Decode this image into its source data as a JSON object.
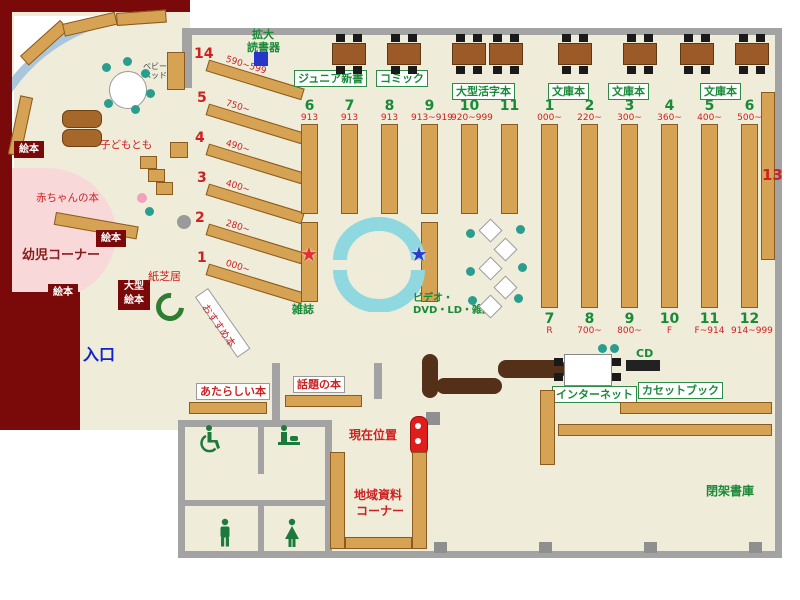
{
  "top": {
    "kakudai_line1": "拡大",
    "kakudai_line2": "読書器"
  },
  "categories": [
    {
      "label": "ジュニア新書"
    },
    {
      "label": "コミック"
    },
    {
      "label": "大型活字本"
    },
    {
      "label": "文庫本"
    },
    {
      "label": "文庫本"
    },
    {
      "label": "文庫本"
    }
  ],
  "shelf_groups": {
    "junior": [
      {
        "n": "6",
        "r": "913"
      },
      {
        "n": "7",
        "r": "913"
      },
      {
        "n": "8",
        "r": "913"
      },
      {
        "n": "9",
        "r": "913~919"
      },
      {
        "n": "10",
        "r": "920~999"
      },
      {
        "n": "11",
        "r": ""
      }
    ],
    "bunko": [
      {
        "n": "1",
        "r": "000~"
      },
      {
        "n": "2",
        "r": "220~"
      },
      {
        "n": "3",
        "r": "300~"
      },
      {
        "n": "4",
        "r": "360~"
      },
      {
        "n": "5",
        "r": "400~"
      },
      {
        "n": "6",
        "r": "500~"
      }
    ],
    "lower": [
      {
        "n": "7",
        "r": "R"
      },
      {
        "n": "8",
        "r": "700~"
      },
      {
        "n": "9",
        "r": "800~"
      },
      {
        "n": "10",
        "r": "F"
      },
      {
        "n": "11",
        "r": "F~914"
      },
      {
        "n": "12",
        "r": "914~999"
      }
    ],
    "diagonal": [
      {
        "n": "14",
        "r": "590~599"
      },
      {
        "n": "5",
        "r": "750~"
      },
      {
        "n": "4",
        "r": "490~"
      },
      {
        "n": "3",
        "r": "400~"
      },
      {
        "n": "2",
        "r": "280~"
      },
      {
        "n": "1",
        "r": "000~"
      }
    ],
    "wall_shelf": "13"
  },
  "children_area": {
    "picture_books": "絵本",
    "large_picture_line1": "大型",
    "large_picture_line2": "絵本",
    "kamishibai": "紙芝居",
    "baby_books": "赤ちゃんの本",
    "kodomo_tomo": "子どもとも",
    "toddler_corner": "幼児コーナー",
    "baby_bed_line1": "ベビー",
    "baby_bed_line2": "ベッド",
    "recommended": "おすすめ本"
  },
  "center": {
    "magazines": "雑誌",
    "video_line1": "ビデオ・",
    "video_line2": "DVD・LD・雑誌"
  },
  "south": {
    "entrance": "入口",
    "new_books": "あたらしい本",
    "topical_books": "話題の本",
    "current_position": "現在位置",
    "local_line1": "地域資料",
    "local_line2": "コーナー",
    "internet": "インターネット",
    "cd": "CD",
    "cassette": "カセットブック",
    "closed_stacks": "閉架書庫"
  },
  "icons": {
    "star": "★"
  }
}
